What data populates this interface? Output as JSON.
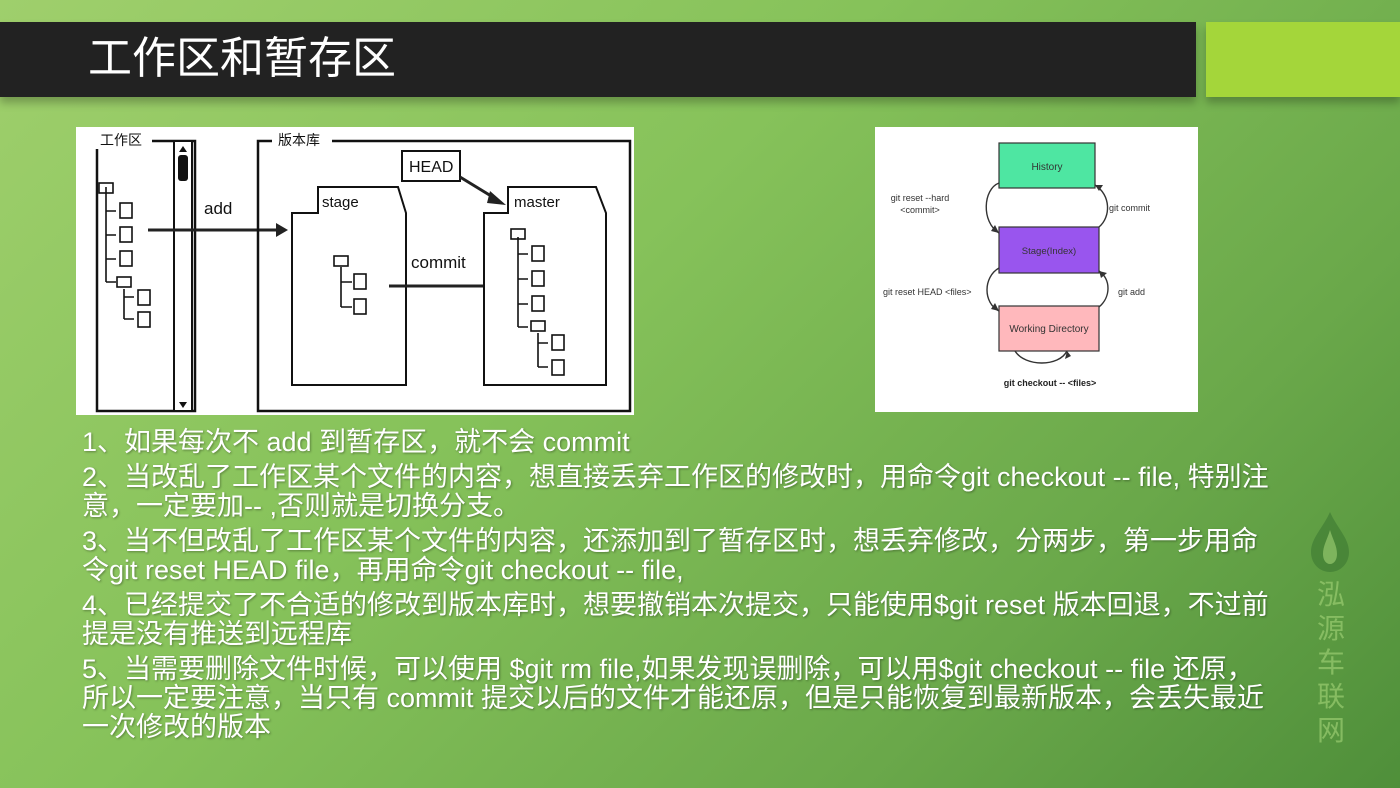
{
  "slide": {
    "title": "工作区和暂存区",
    "brand_vertical": [
      "泓",
      "源",
      "车",
      "联",
      "网"
    ]
  },
  "diagram_left": {
    "workspace_label": "工作区",
    "repo_label": "版本库",
    "head_label": "HEAD",
    "stage_label": "stage",
    "master_label": "master",
    "add_label": "add",
    "commit_label": "commit"
  },
  "diagram_right": {
    "history_label": "History",
    "stage_index_label": "Stage(Index)",
    "working_dir_label": "Working Directory",
    "reset_hard_line1": "git reset --hard",
    "reset_hard_line2": "<commit>",
    "git_commit_label": "git commit",
    "reset_head_label": "git reset HEAD <files>",
    "git_add_label": "git add",
    "checkout_label": "git checkout -- <files>",
    "colors": {
      "history": "#4ee6a2",
      "stage": "#9955ee",
      "working": "#ffb8bc"
    }
  },
  "points": [
    "1、如果每次不 add 到暂存区，就不会 commit",
    "2、当改乱了工作区某个文件的内容，想直接丢弃工作区的修改时，用命令git checkout -- file, 特别注意，一定要加-- ,否则就是切换分支。",
    "3、当不但改乱了工作区某个文件的内容，还添加到了暂存区时，想丢弃修改，分两步，第一步用命令git reset HEAD file，再用命令git checkout -- file,",
    "4、已经提交了不合适的修改到版本库时，想要撤销本次提交，只能使用$git reset 版本回退，不过前提是没有推送到远程库",
    "5、当需要删除文件时候，可以使用 $git rm file,如果发现误删除，可以用$git checkout -- file  还原，所以一定要注意，当只有 commit 提交以后的文件才能还原，但是只能恢复到最新版本，会丢失最近一次修改的版本"
  ]
}
